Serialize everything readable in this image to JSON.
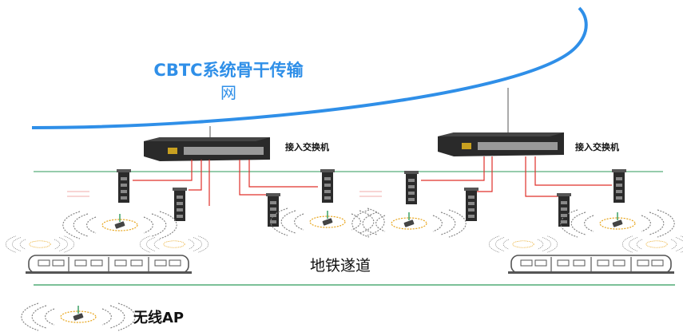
{
  "backbone": {
    "label_line1": "CBTC系统骨干传输",
    "label_line2": "网",
    "color": "#2f8fe8"
  },
  "switches": [
    {
      "label": "接入交换机"
    },
    {
      "label": "接入交换机"
    }
  ],
  "tunnel_label": "地铁遂道",
  "legend": {
    "icon": "wireless-ap-icon",
    "label": "无线AP"
  },
  "colors": {
    "link": "#e0302a",
    "track": "#2e9a5a",
    "device": "#333333",
    "train": "#555555"
  }
}
